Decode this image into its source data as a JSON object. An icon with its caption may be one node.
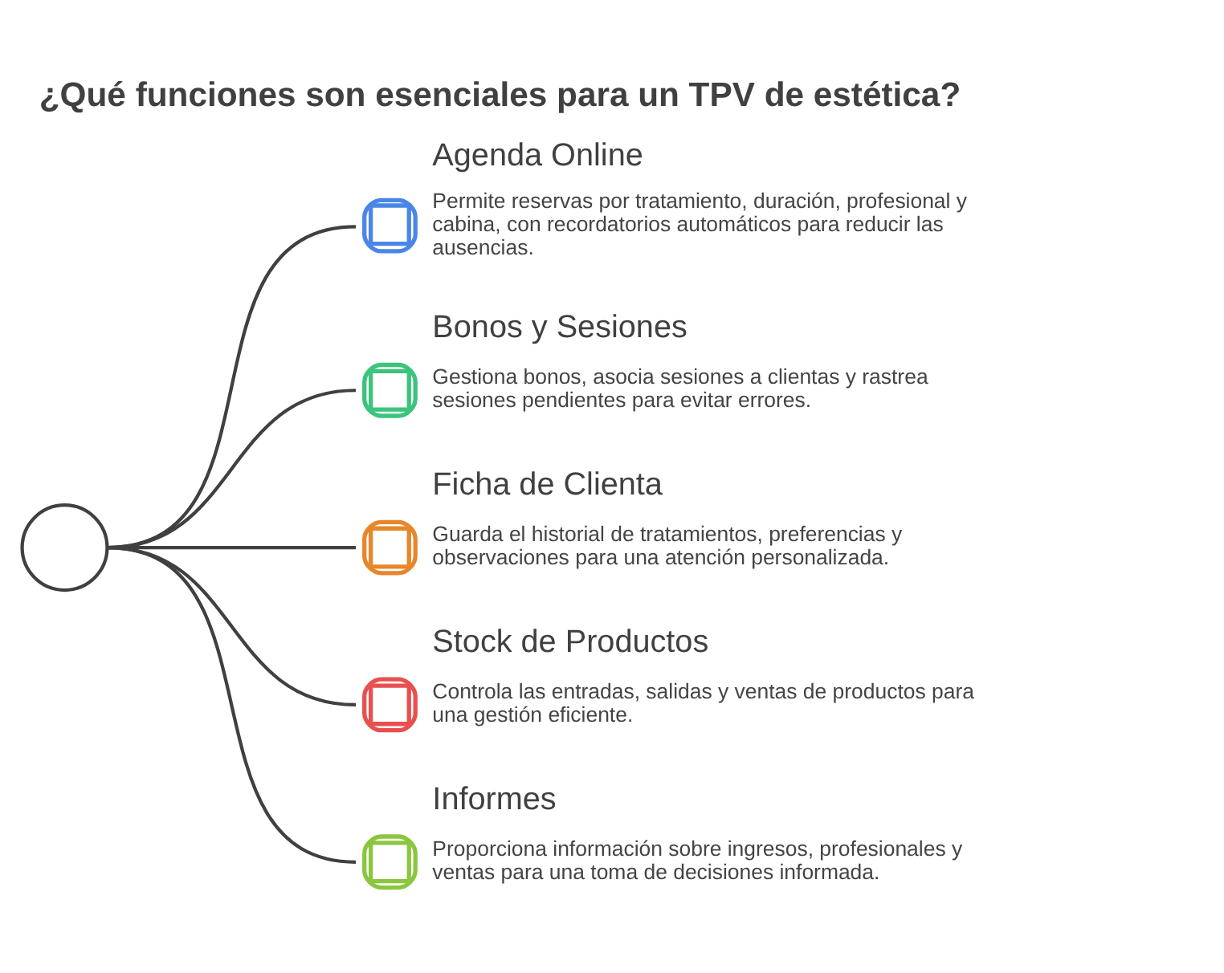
{
  "diagram": {
    "title": "¿Qué funciones son esenciales para un TPV de estética?",
    "nodes": [
      {
        "text": [],
        "shape": "circle"
      },
      {
        "text": [
          "Agenda Online",
          "Permite reservas por tratamiento, duración, profesional y cabina, con recordatorios automáticos para reducir las ausencias."
        ]
      },
      {
        "text": [
          "Bonos y Sesiones",
          "Gestiona bonos, asocia sesiones a clientas y rastrea sesiones pendientes para evitar errores."
        ]
      },
      {
        "text": [
          "Ficha de Clienta",
          "Guarda el historial de tratamientos, preferencias y observaciones para una atención personalizada."
        ]
      },
      {
        "text": [
          "Stock de Productos",
          "Controla las entradas, salidas y ventas de productos para una gestión eficiente."
        ]
      },
      {
        "text": [
          "Informes",
          "Proporciona información sobre ingresos, profesionales y ventas para una toma de decisiones informada."
        ]
      }
    ],
    "edges": [
      {
        "from": 0,
        "to": 1,
        "arrow": "none"
      },
      {
        "from": 0,
        "to": 2,
        "arrow": "none"
      },
      {
        "from": 0,
        "to": 3,
        "arrow": "none"
      },
      {
        "from": 0,
        "to": 4,
        "arrow": "none"
      },
      {
        "from": 0,
        "to": 5,
        "arrow": "none"
      }
    ]
  }
}
